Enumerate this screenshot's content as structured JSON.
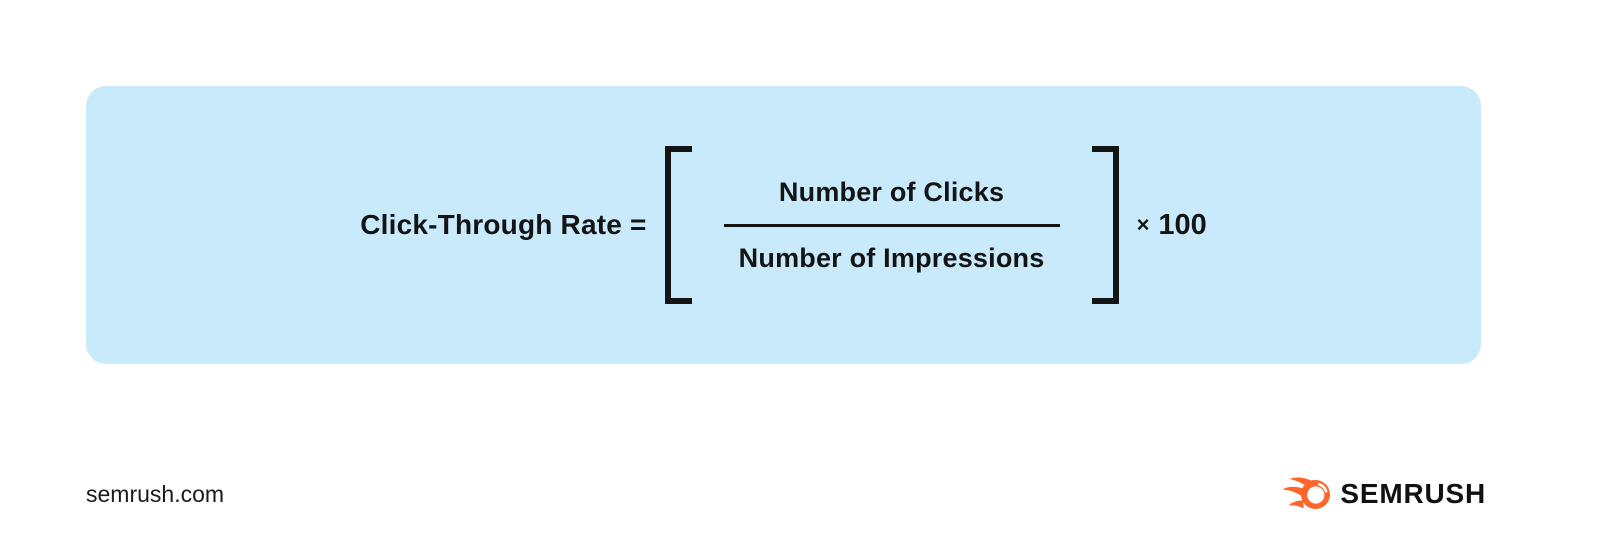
{
  "page": {
    "background_color": "#FFFFFF",
    "text_color": "#141414"
  },
  "card": {
    "background_color": "#C9EAFB",
    "formula": {
      "lhs": "Click-Through Rate =",
      "numerator": "Number of Clicks",
      "denominator": "Number of Impressions",
      "multiply_symbol": "×",
      "multiplier": "100"
    }
  },
  "footer": {
    "website": "semrush.com",
    "brand_wordmark": "SEMRUSH",
    "brand_icon": "semrush-flame-icon",
    "brand_orange": "#FF642D"
  }
}
